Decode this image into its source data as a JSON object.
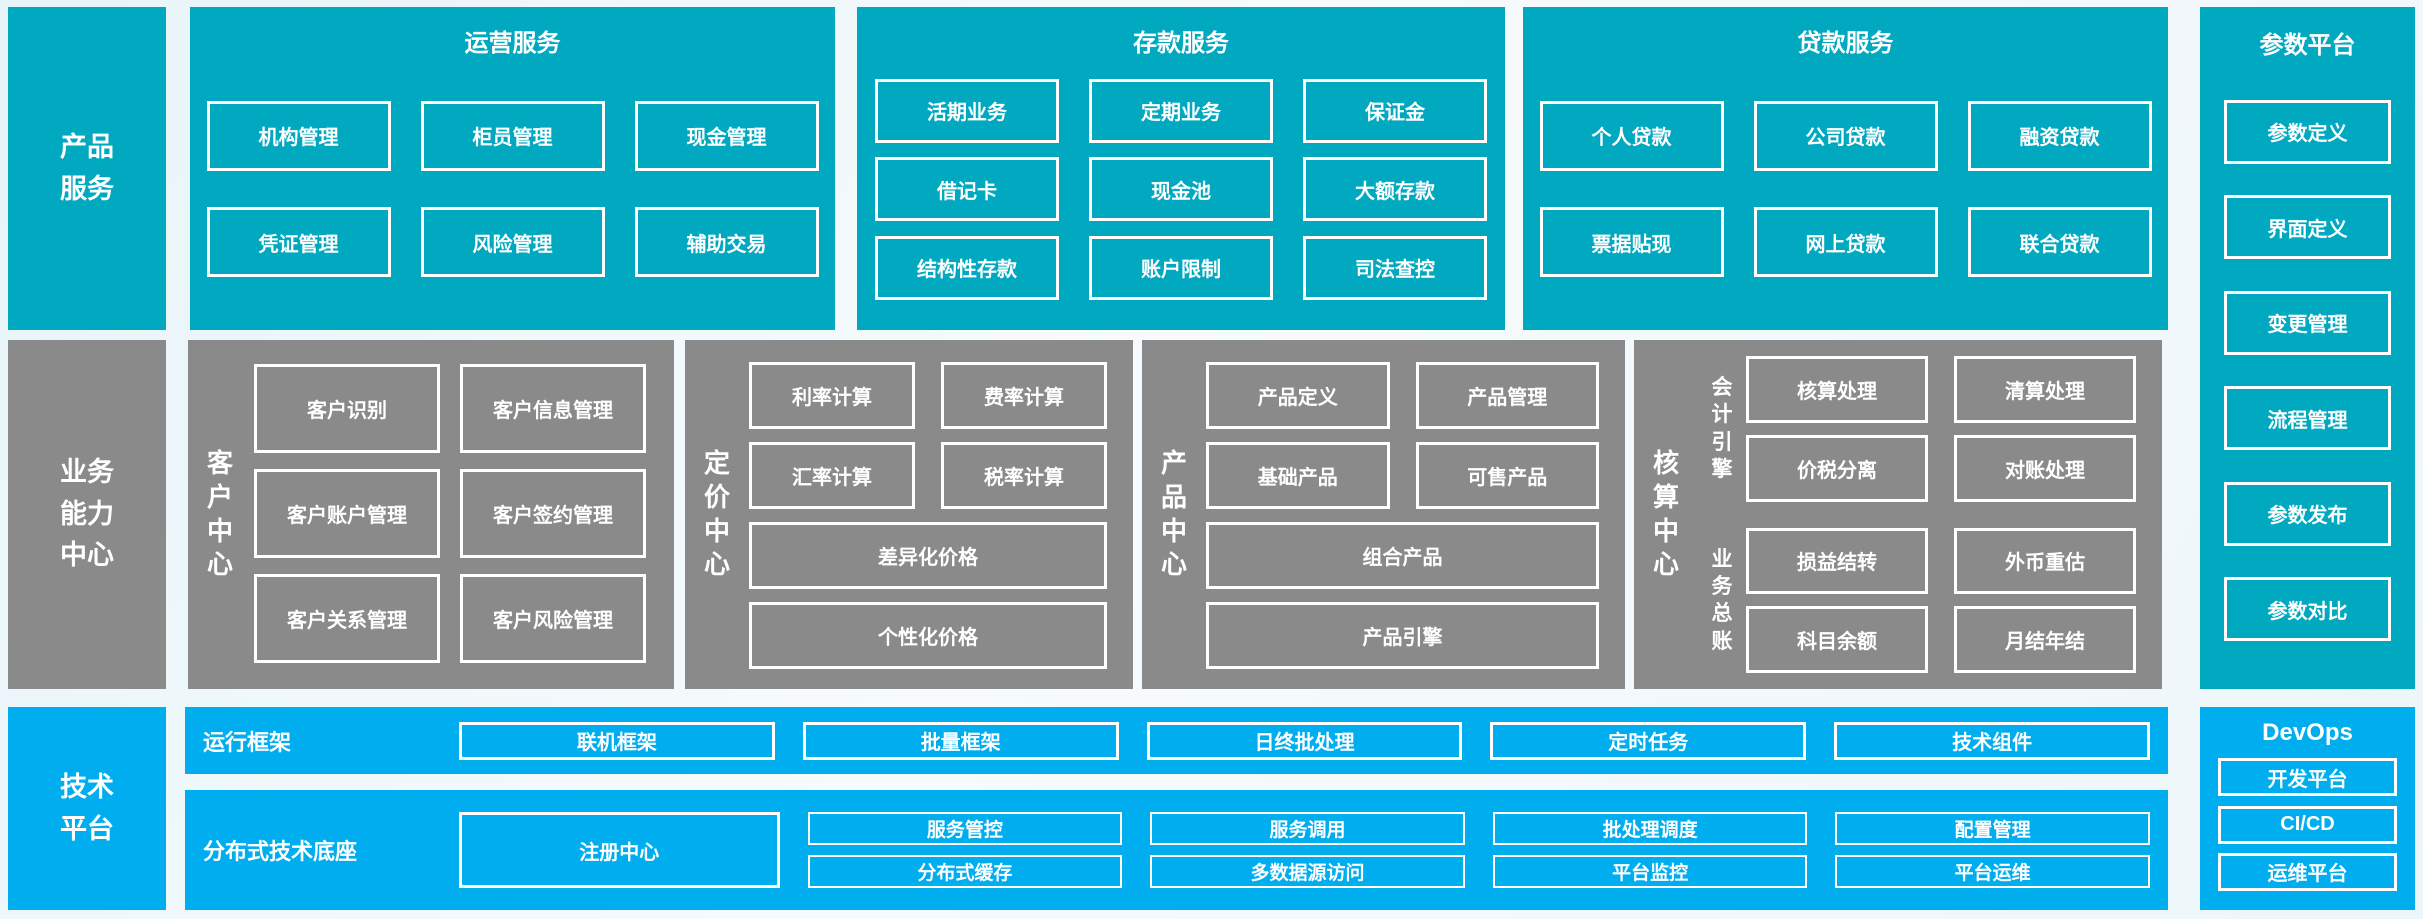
{
  "colors": {
    "teal": "#00a9c0",
    "blue": "#00aeef",
    "gray": "#8a8a8a",
    "text": "#ffffff"
  },
  "top": {
    "sidebar": "产品\n服务",
    "operations": {
      "title": "运营服务",
      "boxes": [
        [
          "机构管理",
          "柜员管理",
          "现金管理"
        ],
        [
          "凭证管理",
          "风险管理",
          "辅助交易"
        ]
      ]
    },
    "deposit": {
      "title": "存款服务",
      "boxes": [
        [
          "活期业务",
          "定期业务",
          "保证金"
        ],
        [
          "借记卡",
          "现金池",
          "大额存款"
        ],
        [
          "结构性存款",
          "账户限制",
          "司法查控"
        ]
      ]
    },
    "loan": {
      "title": "贷款服务",
      "boxes": [
        [
          "个人贷款",
          "公司贷款",
          "融资贷款"
        ],
        [
          "票据贴现",
          "网上贷款",
          "联合贷款"
        ]
      ]
    }
  },
  "middle": {
    "sidebar": "业务\n能力\n中心",
    "customer": {
      "label": "客\n户\n中\n心",
      "boxes": [
        "客户识别",
        "客户信息管理",
        "客户账户管理",
        "客户签约管理",
        "客户关系管理",
        "客户风险管理"
      ]
    },
    "pricing": {
      "label": "定\n价\n中\n心",
      "small": [
        "利率计算",
        "费率计算",
        "汇率计算",
        "税率计算"
      ],
      "wide": [
        "差异化价格",
        "个性化价格"
      ]
    },
    "product": {
      "label": "产\n品\n中\n心",
      "small": [
        "产品定义",
        "产品管理",
        "基础产品",
        "可售产品"
      ],
      "wide": [
        "组合产品",
        "产品引擎"
      ]
    },
    "accounting": {
      "label": "核\n算\n中\n心",
      "groups": [
        {
          "label": "会\n计\n引\n擎",
          "boxes": [
            "核算处理",
            "清算处理",
            "价税分离",
            "对账处理"
          ]
        },
        {
          "label": "业\n务\n总\n账",
          "boxes": [
            "损益结转",
            "外币重估",
            "科目余额",
            "月结年结"
          ]
        }
      ]
    }
  },
  "bottom": {
    "sidebar": "技术\n平台",
    "runtime": {
      "label": "运行框架",
      "boxes": [
        "联机框架",
        "批量框架",
        "日终批处理",
        "定时任务",
        "技术组件"
      ]
    },
    "distributed": {
      "label": "分布式技术底座",
      "registry": "注册中心",
      "columns": [
        [
          "服务管控",
          "分布式缓存"
        ],
        [
          "服务调用",
          "多数据源访问"
        ],
        [
          "批处理调度",
          "平台监控"
        ],
        [
          "配置管理",
          "平台运维"
        ]
      ]
    }
  },
  "param_platform": {
    "title": "参数平台",
    "boxes": [
      "参数定义",
      "界面定义",
      "变更管理",
      "流程管理",
      "参数发布",
      "参数对比"
    ]
  },
  "devops": {
    "title": "DevOps",
    "boxes": [
      "开发平台",
      "CI/CD",
      "运维平台"
    ]
  }
}
